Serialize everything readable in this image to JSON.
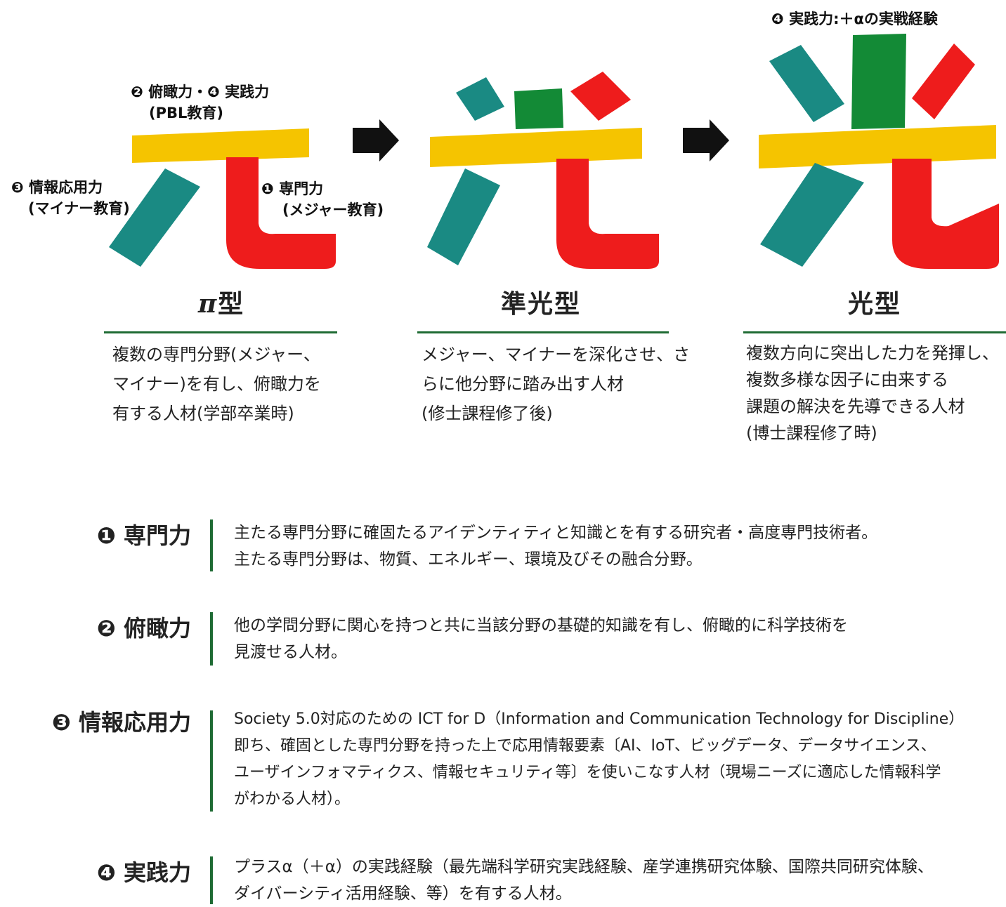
{
  "callouts": {
    "pbl": "❷ 俯瞰力・❹ 実践力",
    "pbl_sub": "(PBL教育)",
    "info": "❸ 情報応用力",
    "info_sub": "(マイナー教育)",
    "major": "❶ 専門力",
    "major_sub": "(メジャー教育)",
    "practice_top": "❹ 実践力:＋αの実戦経験"
  },
  "types": [
    {
      "prefix": "π",
      "title": "型",
      "desc": [
        "複数の専門分野(メジャー、",
        "マイナー)を有し、俯瞰力を",
        "有する人材(学部卒業時)"
      ]
    },
    {
      "prefix": "",
      "title": "準光型",
      "desc": [
        "メジャー、マイナーを深化させ、さ",
        "らに他分野に踏み出す人材",
        "(修士課程修了後)"
      ]
    },
    {
      "prefix": "",
      "title": "光型",
      "desc": [
        "複数方向に突出した力を発揮し、",
        "複数多様な因子に由来する",
        "課題の解決を先導できる人材",
        "(博士課程修了時)"
      ]
    }
  ],
  "definitions": [
    {
      "label": "❶ 専門力",
      "lines": [
        "主たる専門分野に確固たるアイデンティティと知識とを有する研究者・高度専門技術者。",
        "主たる専門分野は、物質、エネルギー、環境及びその融合分野。"
      ]
    },
    {
      "label": "❷ 俯瞰力",
      "lines": [
        "他の学問分野に関心を持つと共に当該分野の基礎的知識を有し、俯瞰的に科学技術を",
        "見渡せる人材。"
      ]
    },
    {
      "label": "❸ 情報応用力",
      "lines": [
        "Society 5.0対応のための ICT for D（Information and Communication Technology for Discipline）",
        "即ち、確固とした専門分野を持った上で応用情報要素〔AI、IoT、ビッグデータ、データサイエンス、",
        "ユーザインフォマティクス、情報セキュリティ等〕を使いこなす人材（現場ニーズに適応した情報科学",
        "がわかる人材）。"
      ]
    },
    {
      "label": "❹ 実践力",
      "lines": [
        "プラスα（＋α）の実践経験（最先端科学研究実践経験、産学連携研究体験、国際共同研究体験、",
        "ダイバーシティ活用経験、等）を有する人材。"
      ]
    }
  ],
  "colors": {
    "yellow": "#f5c400",
    "teal": "#1a8a83",
    "red": "#ee1c1c",
    "green": "#138a36",
    "rule": "#1f6b34",
    "arrow": "#111111"
  }
}
